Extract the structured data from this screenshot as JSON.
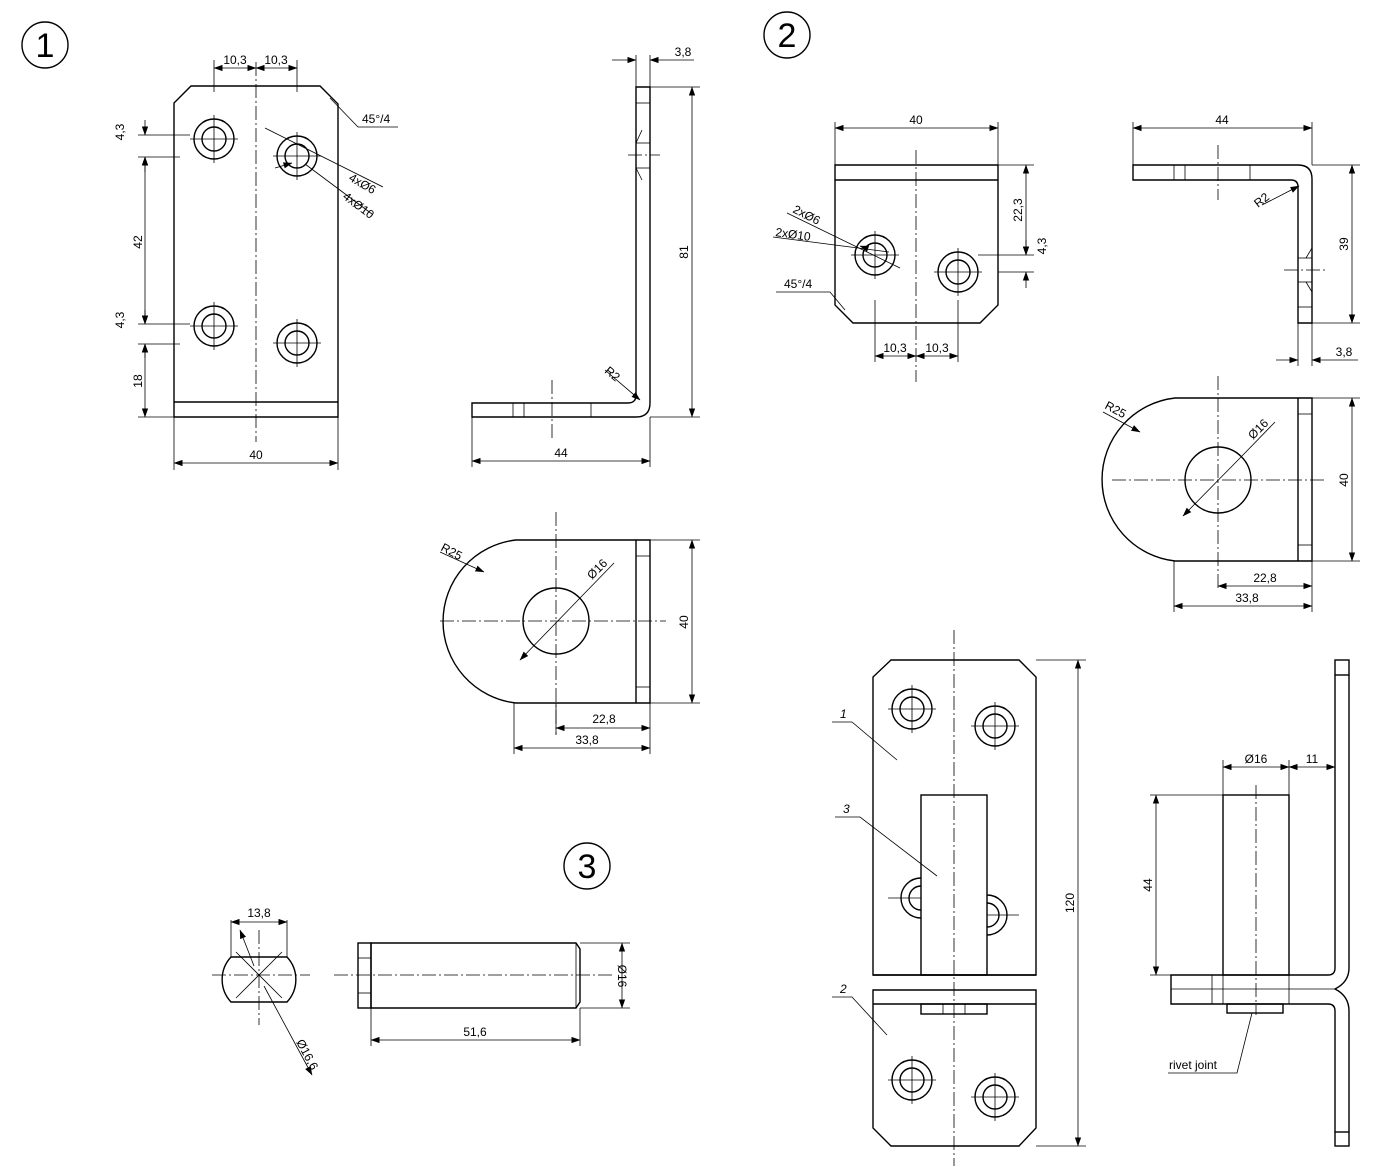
{
  "sheet": {
    "parts": [
      "1",
      "2",
      "3"
    ],
    "part1": {
      "dims": {
        "d10_3a": "10,3",
        "d10_3b": "10,3",
        "chamfer": "45°/4",
        "d4_3a": "4,3",
        "d42": "42",
        "d4_3b": "4,3",
        "d18": "18",
        "d40_front": "40",
        "hole_small": "4xØ6",
        "hole_large": "4xØ10",
        "d3_8": "3,8",
        "d81": "81",
        "r2": "R2",
        "d44": "44",
        "r25": "R25",
        "dia16": "Ø16",
        "d40_top": "40",
        "d22_8": "22,8",
        "d33_8": "33,8"
      }
    },
    "part2": {
      "dims": {
        "d40": "40",
        "d22_3": "22,3",
        "d4_3": "4,3",
        "hole_small": "2xØ6",
        "hole_large": "2xØ10",
        "chamfer": "45°/4",
        "d10_3a": "10,3",
        "d10_3b": "10,3",
        "d44": "44",
        "r2": "R2",
        "d39": "39",
        "d3_8": "3,8",
        "r25": "R25",
        "dia16": "Ø16",
        "d40_top": "40",
        "d22_8": "22,8",
        "d33_8": "33,8"
      }
    },
    "part3": {
      "dims": {
        "d13_8": "13,8",
        "dia16_6": "Ø16,6",
        "dia16": "Ø16",
        "d51_6": "51,6"
      }
    },
    "assembly": {
      "callouts": [
        "1",
        "3",
        "2"
      ],
      "dims": {
        "d120": "120",
        "dia16": "Ø16",
        "d11": "11",
        "d44": "44"
      },
      "note": "rivet joint"
    }
  }
}
